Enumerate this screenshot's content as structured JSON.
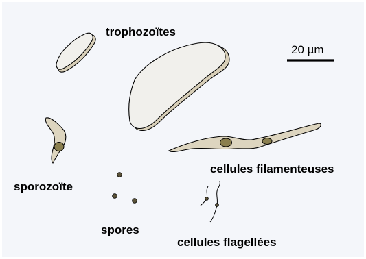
{
  "labels": {
    "trophozoites": "trophozoïtes",
    "scale_bar": "20 µm",
    "sporozoite": "sporozoïte",
    "filamentous_cells": "cellules filamenteuses",
    "spores": "spores",
    "flagellated_cells": "cellules flagellées"
  },
  "colors": {
    "background": "#f4f6fa",
    "cell_fill": "#f1f0ec",
    "cell_shadow": "#d8cfb8",
    "stage_fill": "#ddd5bf",
    "nucleus": "#8a7f4f",
    "spore": "#5a5238",
    "outline": "#000000"
  }
}
